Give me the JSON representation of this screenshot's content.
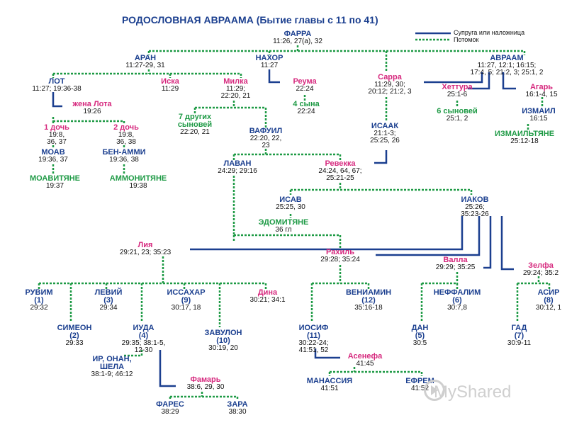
{
  "title": "РОДОСЛОВНАЯ АВРААМА (Бытие главы с 11 по 41)",
  "legend": {
    "spouse": "Супруга или наложница",
    "descendant": "Потомок"
  },
  "colors": {
    "male": "#1b3f8f",
    "female": "#d6297e",
    "group": "#1e9a45",
    "line_blue": "#1b3f8f",
    "line_green": "#1e9a45"
  },
  "watermark": "MyShared",
  "nodes": {
    "farra": {
      "name": "ФАРРА",
      "ref": "11:26, 27(а), 32"
    },
    "aran": {
      "name": "АРАН",
      "ref": "11:27-29, 31"
    },
    "nahor": {
      "name": "НАХОР",
      "ref": "11:27"
    },
    "avraam": {
      "name": "АВРААМ",
      "ref1": "11:27, 12:1; 16:15;",
      "ref2": "17:4, 5; 21:2, 3; 25:1, 2"
    },
    "lot": {
      "name": "ЛОТ",
      "ref": "11:27; 19:36-38"
    },
    "iska": {
      "name": "Иска",
      "ref": "11:29"
    },
    "milka": {
      "name": "Милка",
      "ref1": "11:29;",
      "ref2": "22:20, 21"
    },
    "reuma": {
      "name": "Реума",
      "ref": "22:24"
    },
    "sarra": {
      "name": "Сарра",
      "ref1": "11:29, 30;",
      "ref2": "20:12; 21:2, 3"
    },
    "hettura": {
      "name": "Хеттура",
      "ref": "25:1-6"
    },
    "agar": {
      "name": "Агарь",
      "ref": "16:1-4, 15"
    },
    "zhena_lota": {
      "name": "жена Лота",
      "ref": "19:26"
    },
    "sons7": {
      "name1": "7 других",
      "name2": "сыновей",
      "ref": "22:20, 21"
    },
    "sons4": {
      "name": "4 сына",
      "ref": "22:24"
    },
    "sons6": {
      "name": "6 сыновей",
      "ref": "25:1, 2"
    },
    "izmail": {
      "name": "ИЗМАИЛ",
      "ref": "16:15"
    },
    "izmailtyane": {
      "name": "ИЗМАИЛЬТЯНЕ",
      "ref": "25:12-18"
    },
    "doch1": {
      "name": "1 дочь",
      "ref1": "19:8,",
      "ref2": "36, 37"
    },
    "doch2": {
      "name": "2 дочь",
      "ref1": "19:8,",
      "ref2": "36, 38"
    },
    "vafuil": {
      "name": "ВАФУИЛ",
      "ref1": "22:20, 22,",
      "ref2": "23"
    },
    "isaak": {
      "name": "ИСААК",
      "ref1": "21:1-3;",
      "ref2": "25:25, 26"
    },
    "moav": {
      "name": "МОАВ",
      "ref": "19:36, 37"
    },
    "ben_ammi": {
      "name": "БЕН-АММИ",
      "ref": "19:36, 38"
    },
    "moavityane": {
      "name": "МОАВИТЯНЕ",
      "ref": "19:37"
    },
    "ammonityane": {
      "name": "АММОНИТЯНЕ",
      "ref": "19:38"
    },
    "lavan": {
      "name": "ЛАВАН",
      "ref": "24:29; 29:16"
    },
    "reveka": {
      "name": "Ревекка",
      "ref1": "24:24, 64, 67;",
      "ref2": "25:21-25"
    },
    "isav": {
      "name": "ИСАВ",
      "ref": "25:25, 30"
    },
    "iakov": {
      "name": "ИАКОВ",
      "ref1": "25:26;",
      "ref2": "35:23-26"
    },
    "edomityane": {
      "name": "ЭДОМИТЯНЕ",
      "ref": "36 гл"
    },
    "liya": {
      "name": "Лия",
      "ref": "29:21, 23; 35:23"
    },
    "rahil": {
      "name": "Рахиль",
      "ref": "29:28; 35:24"
    },
    "valla": {
      "name": "Валла",
      "ref": "29:29; 35:25"
    },
    "zelfa": {
      "name": "Зелфа",
      "ref": "29:24; 35:2"
    },
    "ruvim": {
      "name": "РУВИМ",
      "num": "(1)",
      "ref": "29:32"
    },
    "leviy": {
      "name": "ЛЕВИЙ",
      "num": "(3)",
      "ref": "29:34"
    },
    "issahar": {
      "name": "ИССАХАР",
      "num": "(9)",
      "ref": "30:17, 18"
    },
    "dina": {
      "name": "Дина",
      "ref": "30:21; 34:1"
    },
    "veniamin": {
      "name": "ВЕНИАМИН",
      "num": "(12)",
      "ref": "35:16-18"
    },
    "neffalim": {
      "name": "НЕФФАЛИМ",
      "num": "(6)",
      "ref": "30:7,8"
    },
    "asir": {
      "name": "АСИР",
      "num": "(8)",
      "ref": "30:12, 1"
    },
    "simeon": {
      "name": "СИМЕОН",
      "num": "(2)",
      "ref": "29:33"
    },
    "iuda": {
      "name": "ИУДА",
      "num": "(4)",
      "ref1": "29:35; 38:1-5,",
      "ref2": "12-30"
    },
    "zavulon": {
      "name": "ЗАВУЛОН",
      "num": "(10)",
      "ref": "30:19, 20"
    },
    "iosif": {
      "name": "ИОСИФ",
      "num": "(11)",
      "ref1": "30:22-24;",
      "ref2": "41:51, 52"
    },
    "dan": {
      "name": "ДАН",
      "num": "(5)",
      "ref": "30:5"
    },
    "gad": {
      "name": "ГАД",
      "num": "(7)",
      "ref": "30:9-11"
    },
    "ir_onan": {
      "name1": "ИР, ОНАН,",
      "name2": "ШЕЛА",
      "ref": "38:1-9; 46:12"
    },
    "asenefa": {
      "name": "Асенефа",
      "ref": "41:45"
    },
    "famar": {
      "name": "Фамарь",
      "ref": "38:6, 29, 30"
    },
    "manassiya": {
      "name": "МАНАССИЯ",
      "ref": "41:51"
    },
    "efrem": {
      "name": "ЕФРЕМ",
      "ref": "41:52"
    },
    "fares": {
      "name": "ФАРЕС",
      "ref": "38:29"
    },
    "zara": {
      "name": "ЗАРА",
      "ref": "38:30"
    }
  }
}
